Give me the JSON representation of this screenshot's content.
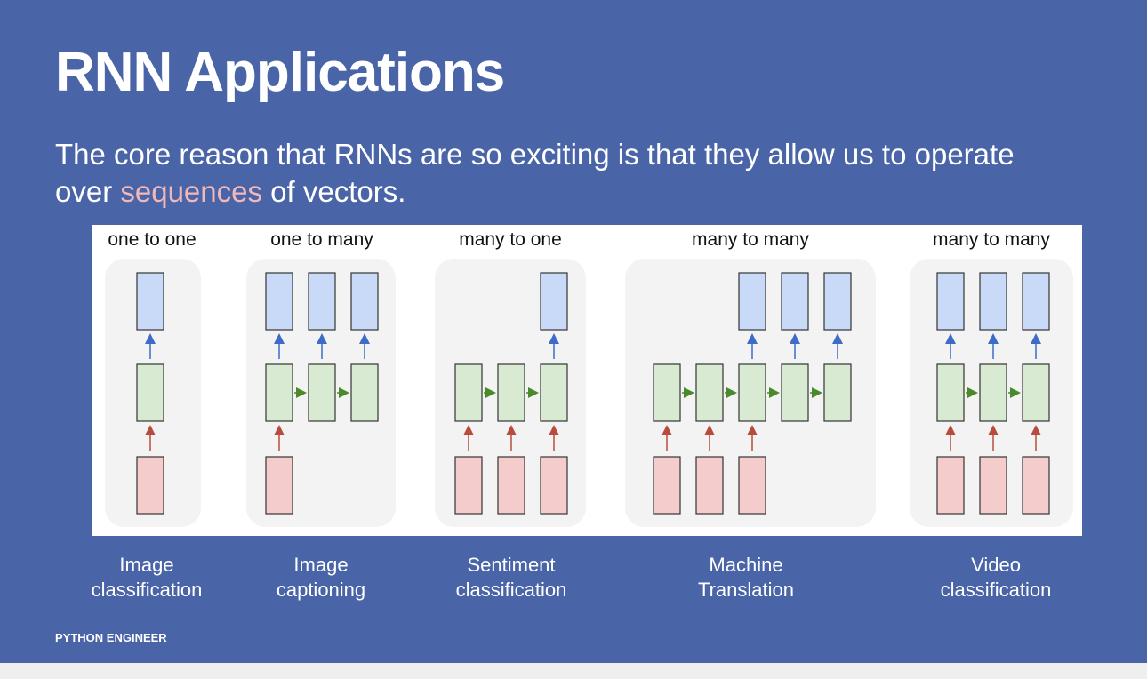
{
  "slide": {
    "title": "RNN Applications",
    "subtitle_before": "The core reason that RNNs are so exciting is that they allow us to operate over ",
    "subtitle_highlight": "sequences",
    "subtitle_after": " of vectors.",
    "brand": "PYTHON ENGINEER"
  },
  "diagram": {
    "panels": [
      {
        "label": "one to one",
        "inputs": [
          1,
          0,
          0
        ],
        "hidden": [
          1,
          0,
          0
        ],
        "outputs": [
          1,
          0,
          0
        ]
      },
      {
        "label": "one to many",
        "inputs": [
          1,
          0,
          0
        ],
        "hidden": [
          1,
          1,
          1
        ],
        "outputs": [
          1,
          1,
          1
        ]
      },
      {
        "label": "many to one",
        "inputs": [
          1,
          1,
          1
        ],
        "hidden": [
          1,
          1,
          1
        ],
        "outputs": [
          0,
          0,
          1
        ]
      },
      {
        "label": "many to many",
        "inputs": [
          1,
          1,
          1,
          0,
          0
        ],
        "hidden": [
          1,
          1,
          1,
          1,
          1
        ],
        "outputs": [
          0,
          0,
          1,
          1,
          1
        ]
      },
      {
        "label": "many to many",
        "inputs": [
          1,
          1,
          1
        ],
        "hidden": [
          1,
          1,
          1
        ],
        "outputs": [
          1,
          1,
          1
        ]
      }
    ],
    "colors": {
      "input_fill": "#f4cccc",
      "input_stroke": "#333333",
      "hidden_fill": "#d9ead3",
      "hidden_stroke": "#333333",
      "output_fill": "#c9daf8",
      "output_stroke": "#333333",
      "red_arrow": "#b84c3c",
      "green_arrow": "#4a8a2a",
      "blue_arrow": "#3c6cc8",
      "panel_bg": "#f3f3f3"
    }
  },
  "captions": [
    {
      "line1": "Image",
      "line2": "classification"
    },
    {
      "line1": "Image",
      "line2": "captioning"
    },
    {
      "line1": "Sentiment",
      "line2": "classification"
    },
    {
      "line1": "Machine",
      "line2": "Translation"
    },
    {
      "line1": "Video",
      "line2": "classification"
    }
  ]
}
